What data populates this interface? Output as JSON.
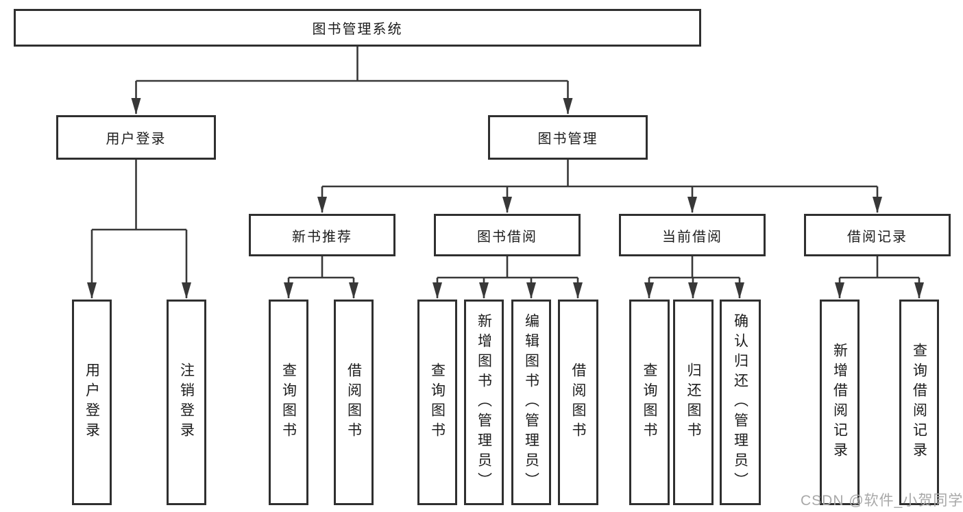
{
  "chart": {
    "type": "tree-diagram",
    "root": {
      "label": "图书管理系统"
    },
    "level2": [
      {
        "label": "用户登录"
      },
      {
        "label": "图书管理"
      }
    ],
    "level3": [
      {
        "label": "新书推荐"
      },
      {
        "label": "图书借阅"
      },
      {
        "label": "当前借阅"
      },
      {
        "label": "借阅记录"
      }
    ],
    "leaves": {
      "user_login": [
        "用户登录",
        "注销登录"
      ],
      "new_book": [
        "查询图书",
        "借阅图书"
      ],
      "borrow": [
        "查询图书",
        "新增图书（管理员）",
        "编辑图书（管理员）",
        "借阅图书"
      ],
      "current": [
        "查询图书",
        "归还图书",
        "确认归还（管理员）"
      ],
      "records": [
        "新增借阅记录",
        "查询借阅记录"
      ]
    }
  },
  "watermark": {
    "text": "CSDN @软件_小贺同学"
  },
  "colors": {
    "background": "#ffffff",
    "line": "#383838",
    "border": "#2f2f2f",
    "text": "#1c1c1c",
    "watermark": "#a8a8a8"
  }
}
